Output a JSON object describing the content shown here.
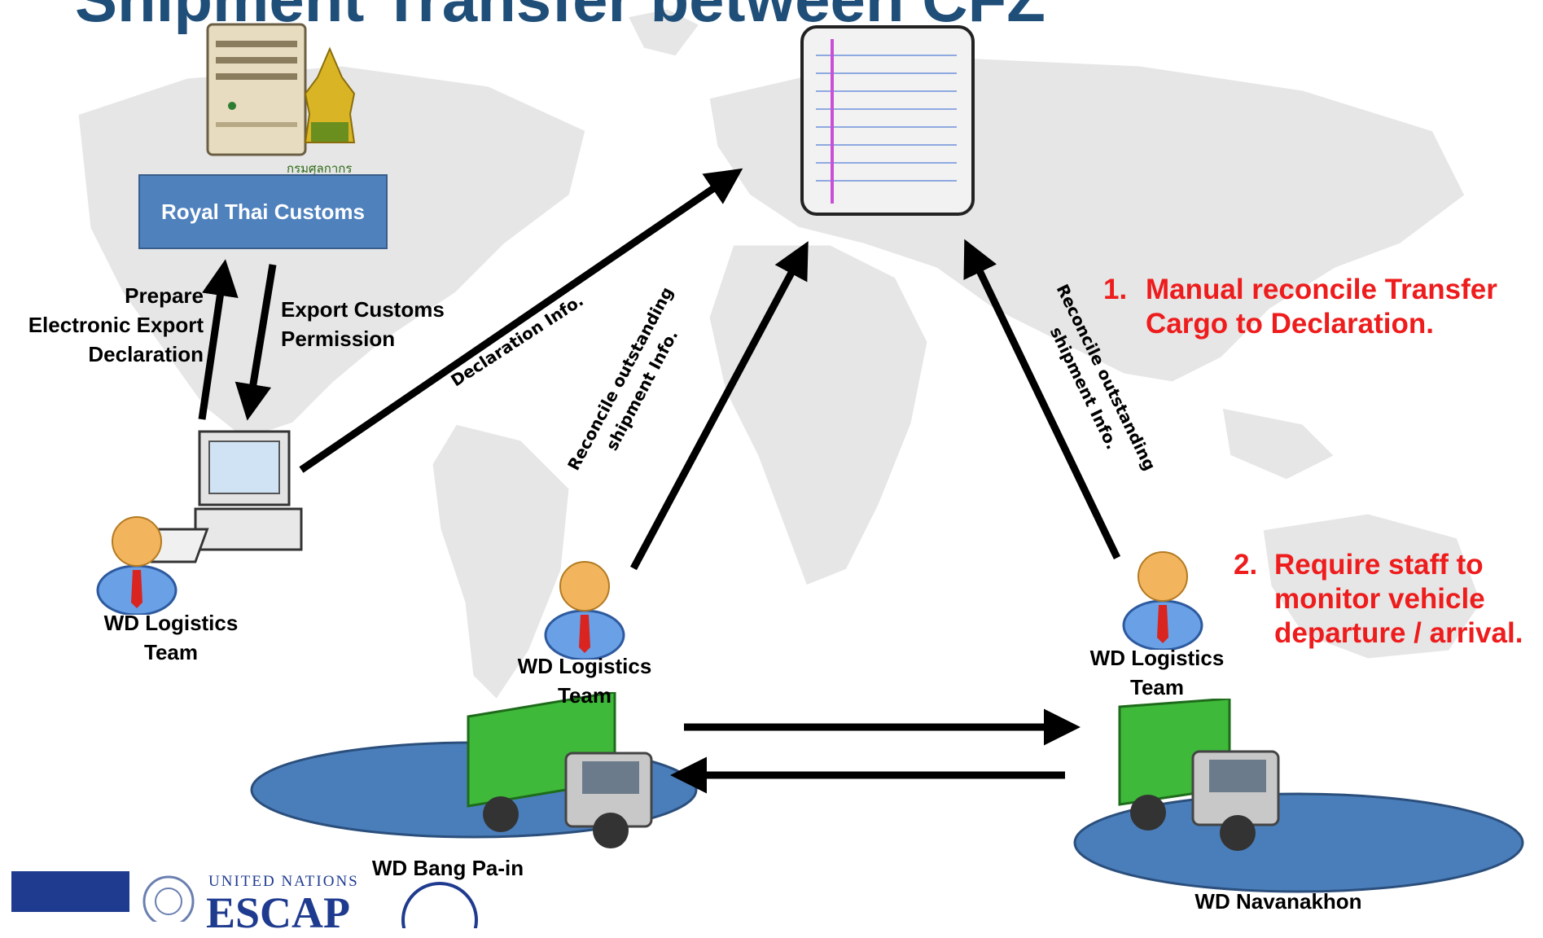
{
  "title": "Shipment Transfer between CFZ",
  "customs": {
    "box_label": "Royal Thai Customs",
    "seal_text": "กรมศุลกากร"
  },
  "flows": {
    "prepare": [
      "Prepare",
      "Electronic Export",
      "Declaration"
    ],
    "export_permission": [
      "Export Customs",
      "Permission"
    ],
    "declaration_info": "Declaration Info.",
    "reconcile_left": [
      "Reconcile outstanding",
      "shipment Info."
    ],
    "reconcile_right": [
      "Reconcile outstanding",
      "shipment Info."
    ]
  },
  "teams": {
    "left": [
      "WD Logistics",
      "Team"
    ],
    "center": [
      "WD Logistics",
      "Team"
    ],
    "right": [
      "WD Logistics",
      "Team"
    ]
  },
  "sites": {
    "bang_pa_in": "WD Bang Pa-in",
    "navanakhon": "WD Navanakhon"
  },
  "issues": {
    "item1": {
      "num": "1.",
      "lines": [
        "Manual reconcile Transfer",
        "Cargo to Declaration."
      ]
    },
    "item2": {
      "num": "2.",
      "lines": [
        "Require staff to",
        "monitor vehicle",
        "departure / arrival."
      ]
    }
  },
  "logos": {
    "un_text": "UNITED NATIONS",
    "escap_text": "ESCAP"
  },
  "colors": {
    "title": "#1f4e79",
    "customs_box": "#4f81bd",
    "issue_text": "#ee1c1c",
    "truck_cargo": "#3fb93a",
    "ellipse": "#4a7ebb"
  }
}
